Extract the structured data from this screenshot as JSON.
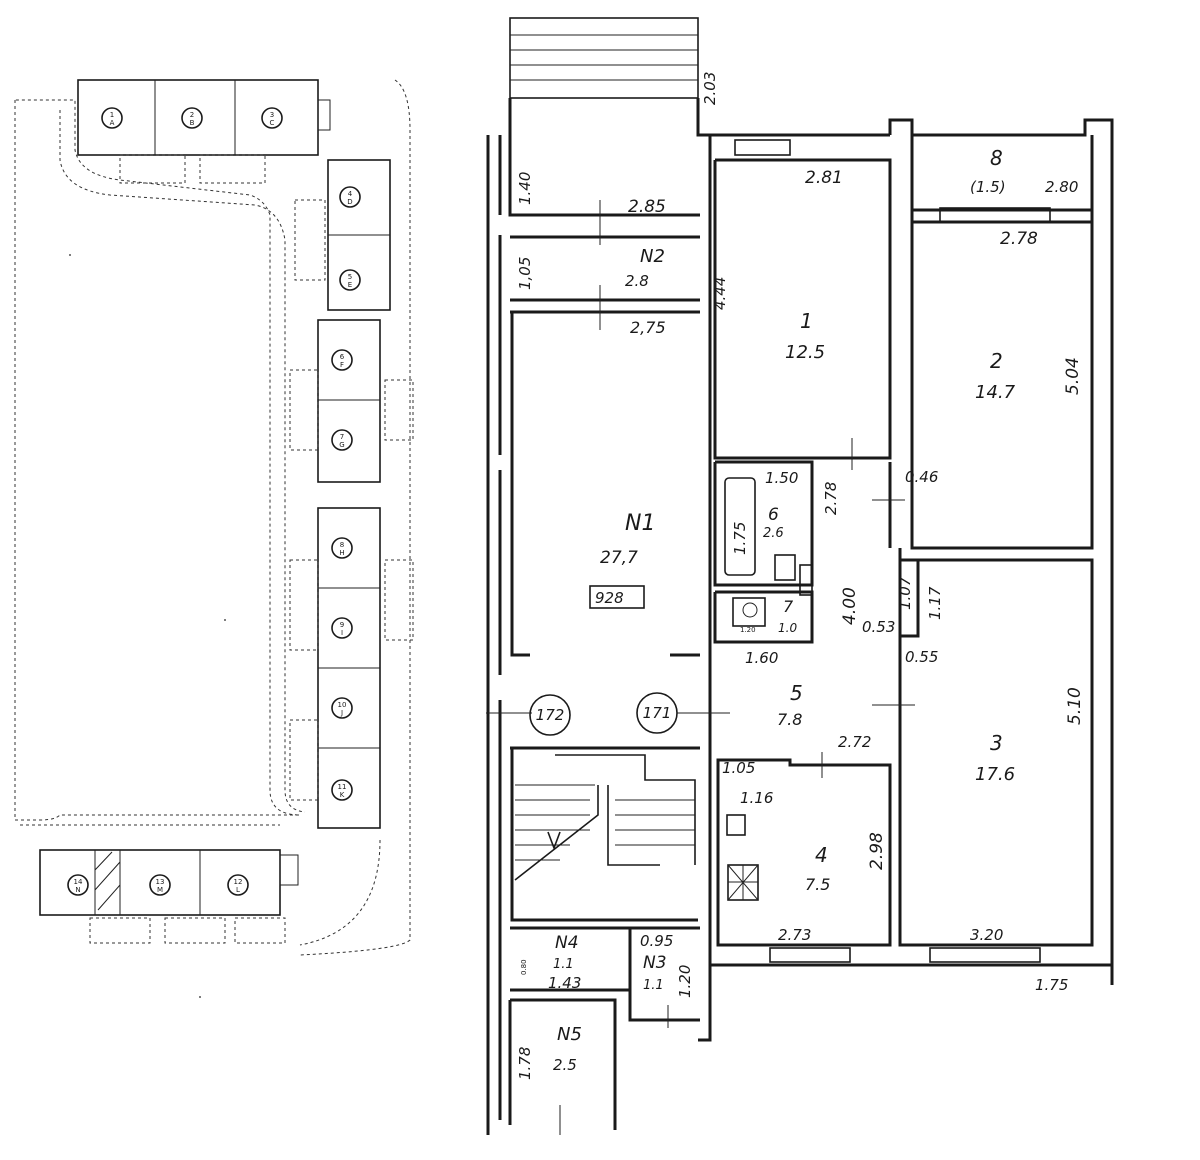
{
  "site_plan": {
    "units": [
      {
        "num": "1",
        "letter": "A"
      },
      {
        "num": "2",
        "letter": "B"
      },
      {
        "num": "3",
        "letter": "C"
      },
      {
        "num": "4",
        "letter": "D"
      },
      {
        "num": "5",
        "letter": "E"
      },
      {
        "num": "6",
        "letter": "F"
      },
      {
        "num": "7",
        "letter": "G"
      },
      {
        "num": "8",
        "letter": "H"
      },
      {
        "num": "9",
        "letter": "I"
      },
      {
        "num": "10",
        "letter": "J"
      },
      {
        "num": "11",
        "letter": "K"
      },
      {
        "num": "14",
        "letter": "N"
      },
      {
        "num": "13",
        "letter": "M"
      },
      {
        "num": "12",
        "letter": "L"
      }
    ]
  },
  "floor_plan": {
    "rooms": [
      {
        "label": "N1",
        "area": "27,7",
        "extra": "928"
      },
      {
        "label": "N2",
        "area": "2.8"
      },
      {
        "label": "N3",
        "area": "1.1"
      },
      {
        "label": "N4",
        "area": "1.1"
      },
      {
        "label": "N5",
        "area": "2.5"
      },
      {
        "label": "1",
        "area": "12.5"
      },
      {
        "label": "2",
        "area": "14.7"
      },
      {
        "label": "3",
        "area": "17.6"
      },
      {
        "label": "4",
        "area": "7.5"
      },
      {
        "label": "5",
        "area": "7.8"
      },
      {
        "label": "6",
        "area": "2.6"
      },
      {
        "label": "7",
        "area": "1.0"
      },
      {
        "label": "8",
        "area": "(1.5)"
      }
    ],
    "dimensions": [
      "2.03",
      "1.40",
      "2.85",
      "1,05",
      "2,75",
      "4.44",
      "2.81",
      "2.80",
      "2.78",
      "5.04",
      "1.50",
      "2.78",
      "1.75",
      "0.46",
      "1.07",
      "1.17",
      "4.00",
      "0.53",
      "0.55",
      "1.20",
      "1.60",
      "5.10",
      "2.72",
      "1.05",
      "1.16",
      "2.98",
      "2.73",
      "3.20",
      "0.95",
      "0.80",
      "1.43",
      "1.20",
      "1.78",
      "1.75"
    ],
    "stair_markers": [
      "172",
      "171"
    ]
  }
}
